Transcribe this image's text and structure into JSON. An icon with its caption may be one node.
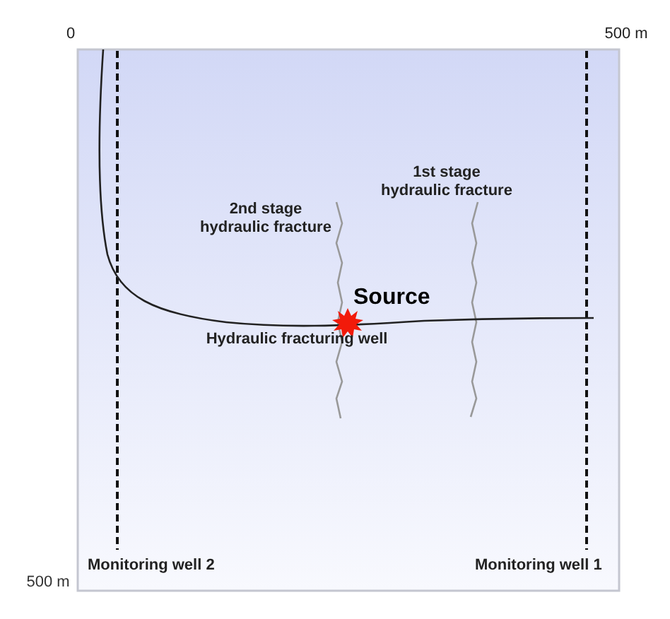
{
  "diagram": {
    "labels": [
      "0",
      "500 m",
      "1st stage hydraulic fracture",
      "2nd stage hydraulic fracture",
      "Source",
      "Hydraulic fracturing well",
      "Monitoring well 2",
      "Monitoring well 1",
      "500 m"
    ]
  }
}
